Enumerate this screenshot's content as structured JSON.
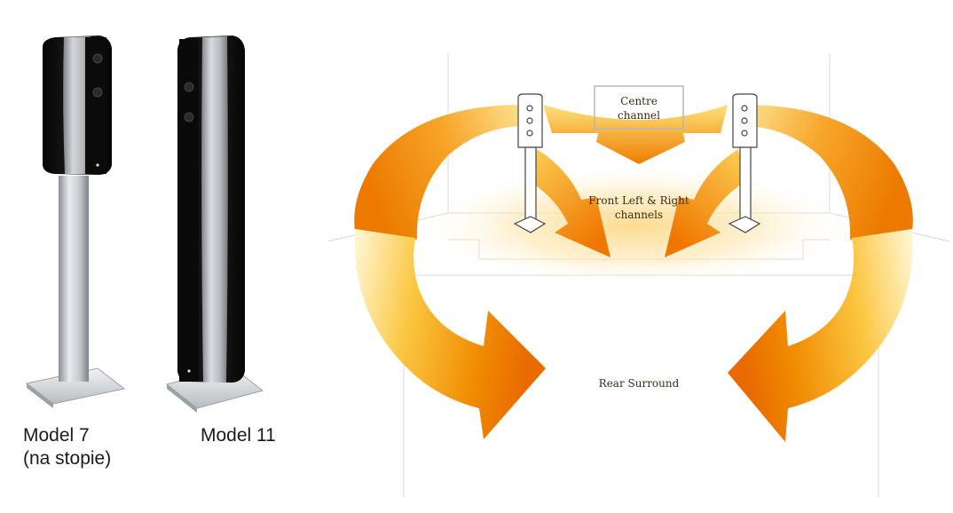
{
  "products": [
    {
      "name": "Model 7",
      "note": "(na stopie)"
    },
    {
      "name": "Model 11"
    }
  ],
  "diagram": {
    "centre_line1": "Centre",
    "centre_line2": "channel",
    "front_line1": "Front Left & Right",
    "front_line2": "channels",
    "rear": "Rear Surround"
  },
  "colors": {
    "arrow_deep": "#ee7a00",
    "arrow_mid": "#f8b420",
    "arrow_light": "#fde89a",
    "speaker_body": "#111111",
    "speaker_trim": "#cfd2d6"
  }
}
